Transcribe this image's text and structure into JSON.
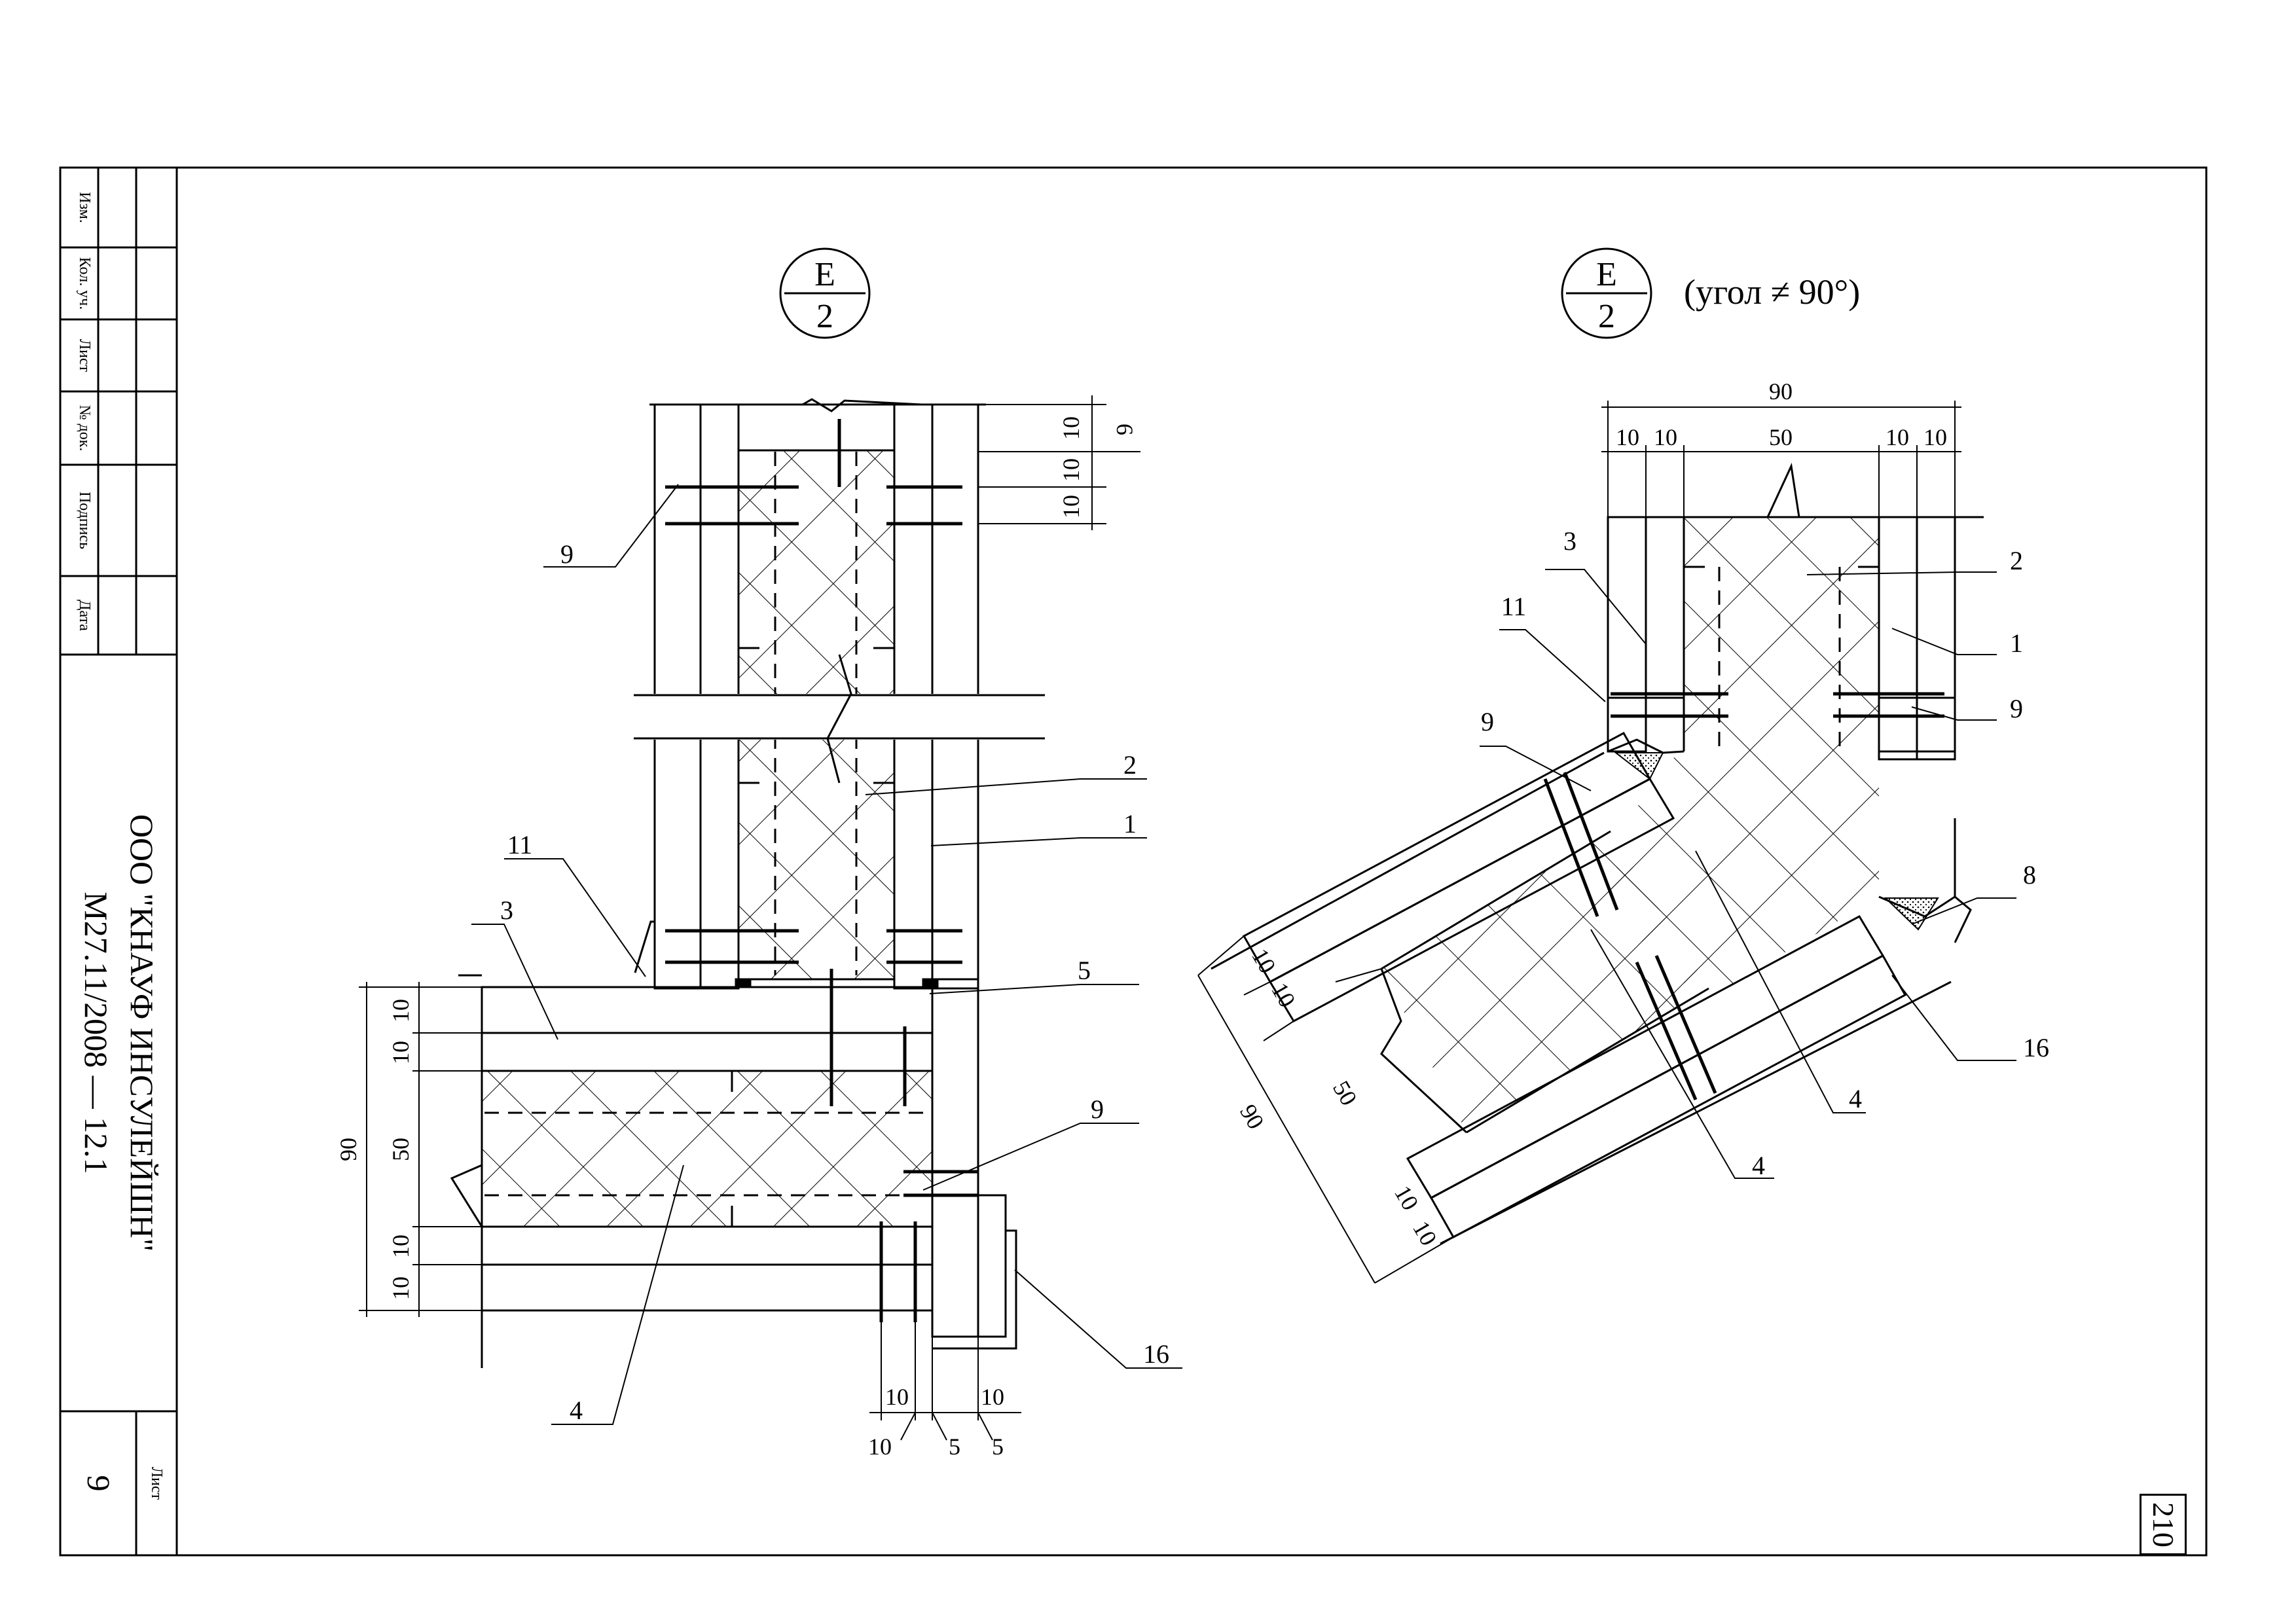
{
  "title_block": {
    "columns": [
      "Изм.",
      "Кол. уч.",
      "Лист",
      "№ док.",
      "Подпись",
      "Дата"
    ],
    "company": "ООО \"КНАУФ ИНСУЛЕЙШН\"",
    "doc_code": "М27.11/2008 — 12.1",
    "sheet_label": "Лист",
    "sheet_number": "9"
  },
  "page_number": "210",
  "views": {
    "left": {
      "mark_top": "Е",
      "mark_bottom": "2"
    },
    "right": {
      "mark_top": "Е",
      "mark_bottom": "2",
      "caption": "(угол ≠ 90°)"
    }
  },
  "left_callouts": {
    "c9a": "9",
    "c2": "2",
    "c1": "1",
    "c11": "11",
    "c3": "3",
    "c5": "5",
    "c9b": "9",
    "c4": "4",
    "c16": "16"
  },
  "left_dims_top": {
    "d1": "10",
    "d2": "10",
    "d3": "10",
    "d4": "6"
  },
  "left_dims_side": {
    "d10a": "10",
    "d10b": "10",
    "d50": "50",
    "d10c": "10",
    "d10d": "10",
    "d90": "90"
  },
  "left_dims_bottom": {
    "b1": "10",
    "b2": "10",
    "b3": "10",
    "b4": "5",
    "b5": "5"
  },
  "right_callouts": {
    "c3": "3",
    "c11": "11",
    "c9a": "9",
    "c2": "2",
    "c1": "1",
    "c9b": "9",
    "c8": "8",
    "c16": "16",
    "c4a": "4",
    "c4b": "4"
  },
  "right_dims_top": {
    "d90": "90",
    "d1": "10",
    "d2": "10",
    "d50": "50",
    "d3": "10",
    "d4": "10"
  },
  "right_dims_diag": {
    "d10a": "10",
    "d10b": "10",
    "d50": "50",
    "d90": "90",
    "d10c": "10",
    "d10d": "10"
  }
}
